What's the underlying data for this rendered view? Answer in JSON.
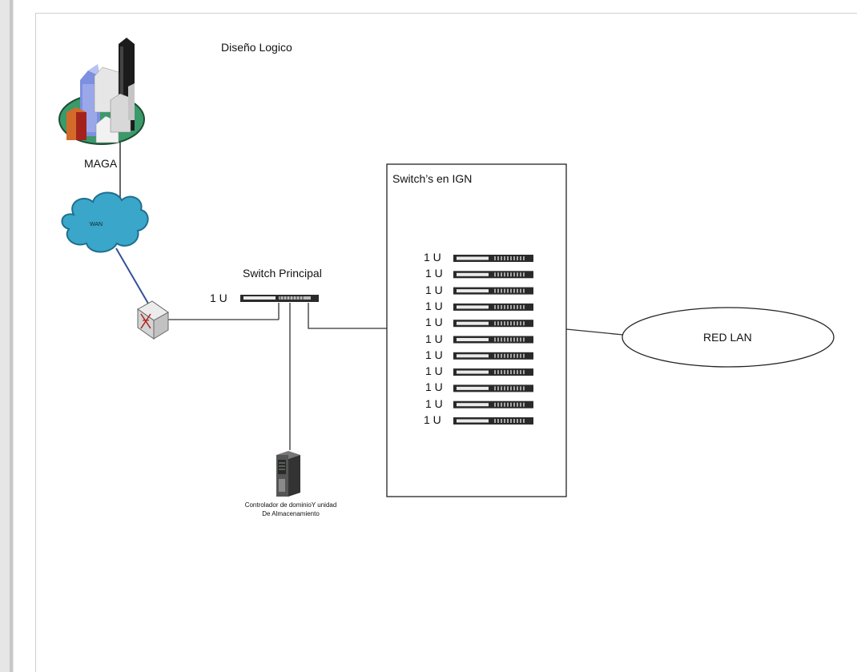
{
  "diagram": {
    "title": "Diseño Logico",
    "maga_label": "MAGA",
    "wan_label": "WAN",
    "switch_principal_label": "Switch Principal",
    "switch_principal_unit": "1 U",
    "ign_box_title": "Switch’s en IGN",
    "ign_switch_units": [
      "1 U",
      "1 U",
      "1 U",
      "1 U",
      "1 U",
      "1 U",
      "1 U",
      "1 U",
      "1 U",
      "1 U",
      "1 U"
    ],
    "red_lan_label": "RED LAN",
    "controller_label_line1": "Controlador de dominioY unidad",
    "controller_label_line2": "De Almacenamiento"
  }
}
